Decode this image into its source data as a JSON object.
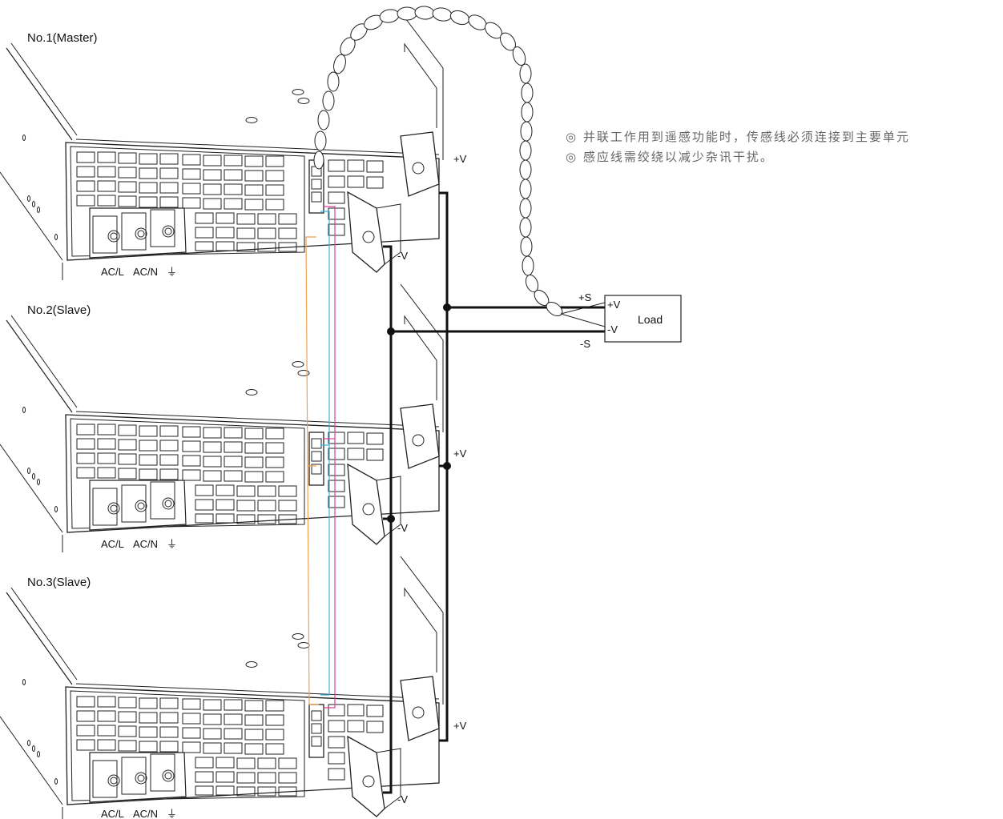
{
  "units": [
    {
      "title": "No.1(Master)",
      "plus_v": "+V",
      "minus_v": "-V",
      "terminals": [
        "AC/L",
        "AC/N",
        "⏚"
      ]
    },
    {
      "title": "No.2(Slave)",
      "plus_v": "+V",
      "minus_v": "-V",
      "terminals": [
        "AC/L",
        "AC/N",
        "⏚"
      ]
    },
    {
      "title": "No.3(Slave)",
      "plus_v": "+V",
      "minus_v": "-V",
      "terminals": [
        "AC/L",
        "AC/N",
        "⏚"
      ]
    }
  ],
  "load": {
    "label": "Load",
    "plus_v": "+V",
    "minus_v": "-V",
    "plus_s": "+S",
    "minus_s": "-S"
  },
  "notes": [
    "◎ 并联工作用到遥感功能时，传感线必须连接到主要单元",
    "◎ 感应线需绞绕以减少杂讯干扰。"
  ],
  "colors": {
    "orange": "#f0a050",
    "cyan": "#3bb0e0",
    "magenta": "#e0409a",
    "line": "#111111"
  }
}
